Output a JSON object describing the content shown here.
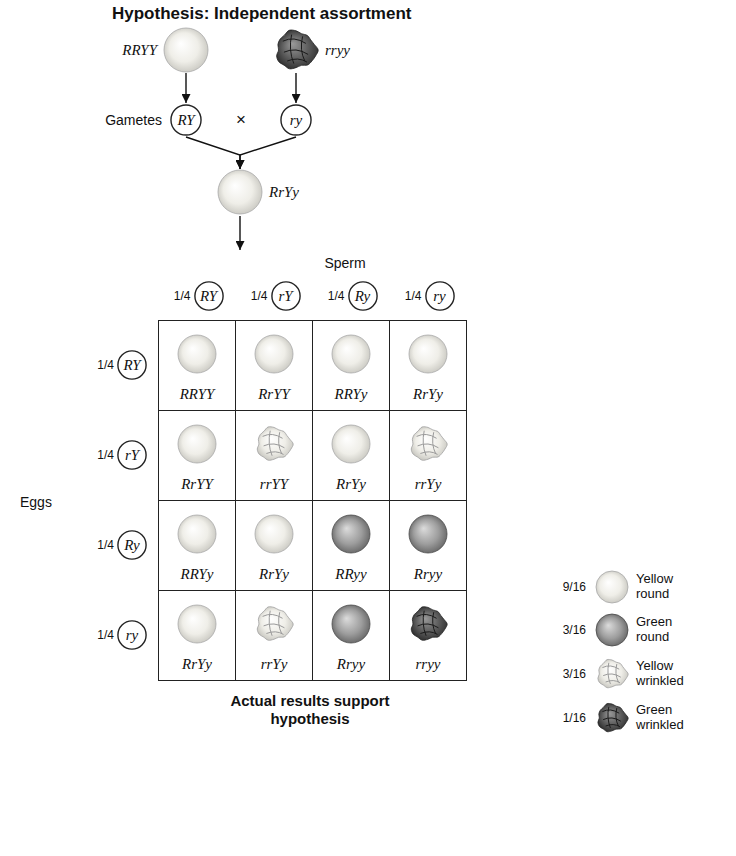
{
  "diagram": {
    "title": "Hypothesis: Independent assortment",
    "caption": "Actual results support hypothesis",
    "nodes": [
      {
        "text": [
          "RRYY"
        ]
      },
      {
        "text": [
          "rryy"
        ]
      },
      {
        "text": [
          "RY"
        ]
      },
      {
        "text": [
          "ry"
        ]
      },
      {
        "text": [
          "RrYy"
        ]
      },
      {
        "text": [
          "1/4",
          "RY"
        ]
      },
      {
        "text": [
          "1/4",
          "rY"
        ]
      },
      {
        "text": [
          "1/4",
          "Ry"
        ]
      },
      {
        "text": [
          "1/4",
          "ry"
        ]
      },
      {
        "text": [
          "1/4",
          "RY"
        ]
      },
      {
        "text": [
          "RRYY"
        ]
      },
      {
        "text": [
          "RrYY"
        ]
      },
      {
        "text": [
          "RRYy"
        ]
      },
      {
        "text": [
          "RrYy"
        ]
      },
      {
        "text": [
          "1/4",
          "rY"
        ]
      },
      {
        "text": [
          "RrYY"
        ]
      },
      {
        "text": [
          "rrYY"
        ]
      },
      {
        "text": [
          "RrYy"
        ]
      },
      {
        "text": [
          "rrYy"
        ]
      },
      {
        "text": [
          "1/4",
          "Ry"
        ]
      },
      {
        "text": [
          "RRYy"
        ]
      },
      {
        "text": [
          "RrYy"
        ]
      },
      {
        "text": [
          "RRyy"
        ]
      },
      {
        "text": [
          "Rryy"
        ]
      },
      {
        "text": [
          "1/4",
          "ry"
        ]
      },
      {
        "text": [
          "RrYy"
        ]
      },
      {
        "text": [
          "rrYy"
        ]
      },
      {
        "text": [
          "Rryy"
        ]
      },
      {
        "text": [
          "rryy"
        ]
      }
    ],
    "edges": [
      {
        "from": 0,
        "to": 2,
        "arrow": "to"
      },
      {
        "from": 1,
        "to": 3,
        "arrow": "to"
      },
      {
        "from": 2,
        "to": 4,
        "arrow": "to"
      },
      {
        "from": 3,
        "to": 4,
        "arrow": "to"
      }
    ],
    "labels": [
      "Gametes",
      "×",
      "Sperm",
      "Eggs",
      "9/16",
      "3/16",
      "3/16",
      "1/16"
    ],
    "legend": [
      {
        "text": "Yellow round"
      },
      {
        "text": "Green round"
      },
      {
        "text": "Yellow wrinkled"
      },
      {
        "text": "Green wrinkled"
      }
    ]
  }
}
